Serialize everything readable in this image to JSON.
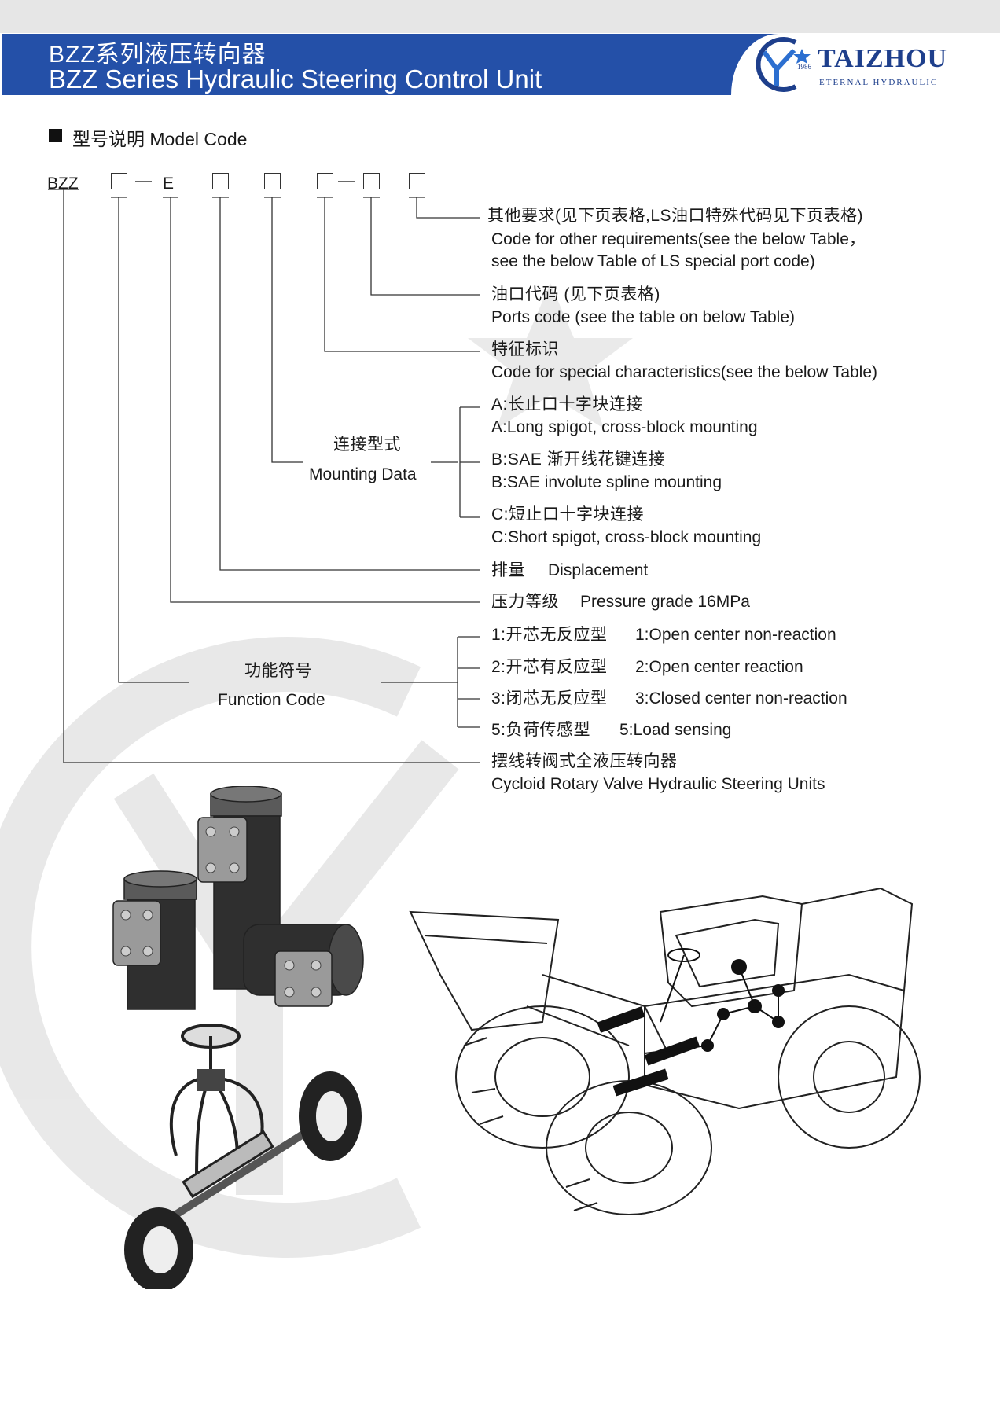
{
  "header": {
    "title_cn": "BZZ系列液压转向器",
    "title_en": "BZZ Series Hydraulic Steering Control Unit",
    "brand": "TAIZHOU",
    "brand_sub": "ETERNAL HYDRAULIC",
    "logo_year": "1986",
    "band_color": "#2450a8"
  },
  "section": {
    "title": "型号说明  Model Code"
  },
  "code_row": {
    "prefix": "BZZ",
    "dash1": "—",
    "letter": "E",
    "dash2": "—"
  },
  "labels": {
    "other": {
      "cn": "其他要求(见下页表格,LS油口特殊代码见下页表格)",
      "en1": "Code for other requirements(see the  below Table，",
      "en2": "see the below Table of LS special port code)"
    },
    "ports": {
      "cn": "油口代码 (见下页表格)",
      "en": "Ports code (see the table on below Table)"
    },
    "special": {
      "cn": "特征标识",
      "en": "Code for special characteristics(see the below Table)"
    },
    "mounting": {
      "cn": "连接型式",
      "en": "Mounting Data",
      "a_cn": "A:长止口十字块连接",
      "a_en": "A:Long spigot, cross-block mounting",
      "b_cn": "B:SAE 渐开线花键连接",
      "b_en": "B:SAE involute spline mounting",
      "c_cn": "C:短止口十字块连接",
      "c_en": "C:Short spigot, cross-block mounting"
    },
    "displacement": {
      "cn": "排量",
      "en": "Displacement"
    },
    "pressure": {
      "cn": "压力等级",
      "en": "Pressure grade  16MPa"
    },
    "function": {
      "cn": "功能符号",
      "en": "Function Code",
      "f1_cn": "1:开芯无反应型",
      "f1_en": "1:Open  center non-reaction",
      "f2_cn": "2:开芯有反应型",
      "f2_en": "2:Open  center  reaction",
      "f3_cn": "3:闭芯无反应型",
      "f3_en": "3:Closed center non-reaction",
      "f5_cn": "5:负荷传感型",
      "f5_en": "5:Load sensing"
    },
    "cycloid": {
      "cn": "摆线转阀式全液压转向器",
      "en": "Cycloid Rotary Valve Hydraulic Steering Units"
    }
  }
}
